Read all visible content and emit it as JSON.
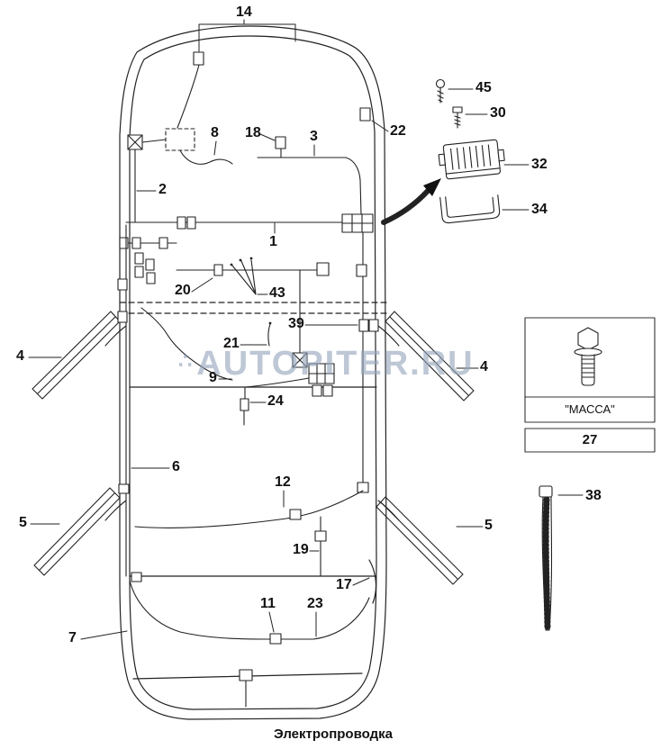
{
  "diagram": {
    "caption": "Электропроводка",
    "watermark": {
      "logo_dots": "∴",
      "text": "AUTOPITER.RU"
    },
    "panel": {
      "ground_label": "\"МАССА\"",
      "part_number": "27"
    },
    "callouts": {
      "c14": "14",
      "c45": "45",
      "c30": "30",
      "c32": "32",
      "c34": "34",
      "c22": "22",
      "c8": "8",
      "c18": "18",
      "c3": "3",
      "c2": "2",
      "c1": "1",
      "c20": "20",
      "c43": "43",
      "c39": "39",
      "c21": "21",
      "c4_left": "4",
      "c4_right": "4",
      "c9": "9",
      "c24": "24",
      "c6": "6",
      "c12": "12",
      "c5_left": "5",
      "c5_right": "5",
      "c19": "19",
      "c17": "17",
      "c11": "11",
      "c23": "23",
      "c7": "7",
      "c38": "38"
    }
  }
}
